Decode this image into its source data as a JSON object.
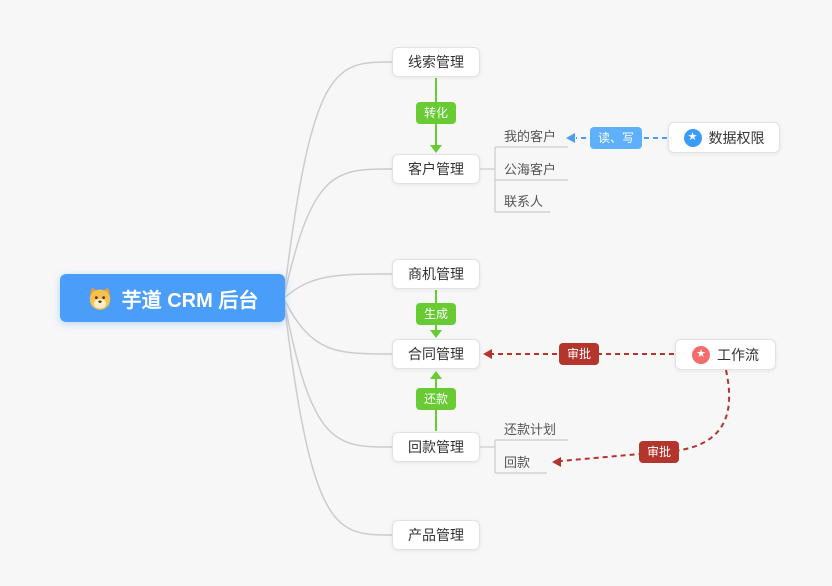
{
  "root": {
    "label": "芋道 CRM 后台",
    "icon": "dog-face-icon"
  },
  "branches": [
    {
      "label": "线索管理"
    },
    {
      "label": "客户管理",
      "children": [
        "我的客户",
        "公海客户",
        "联系人"
      ]
    },
    {
      "label": "商机管理"
    },
    {
      "label": "合同管理"
    },
    {
      "label": "回款管理",
      "children": [
        "还款计划",
        "回款"
      ]
    },
    {
      "label": "产品管理"
    }
  ],
  "side_nodes": [
    {
      "label": "数据权限",
      "icon": "star-icon"
    },
    {
      "label": "工作流",
      "icon": "star-icon"
    }
  ],
  "badges": {
    "convert": "转化",
    "generate": "生成",
    "repay": "还款",
    "read_write": "读、写",
    "approve_contract": "审批",
    "approve_repayment": "审批"
  },
  "icons": {
    "star": "★"
  },
  "colors": {
    "background": "#f7f7f8",
    "root_blue": "#4a9ef9",
    "green": "#68cb34",
    "badge_blue": "#5fb0fb",
    "red": "#b3352c",
    "wire_gray": "#cccccc",
    "star_blue": "#3a9cf8",
    "star_pink": "#f56c6c"
  }
}
